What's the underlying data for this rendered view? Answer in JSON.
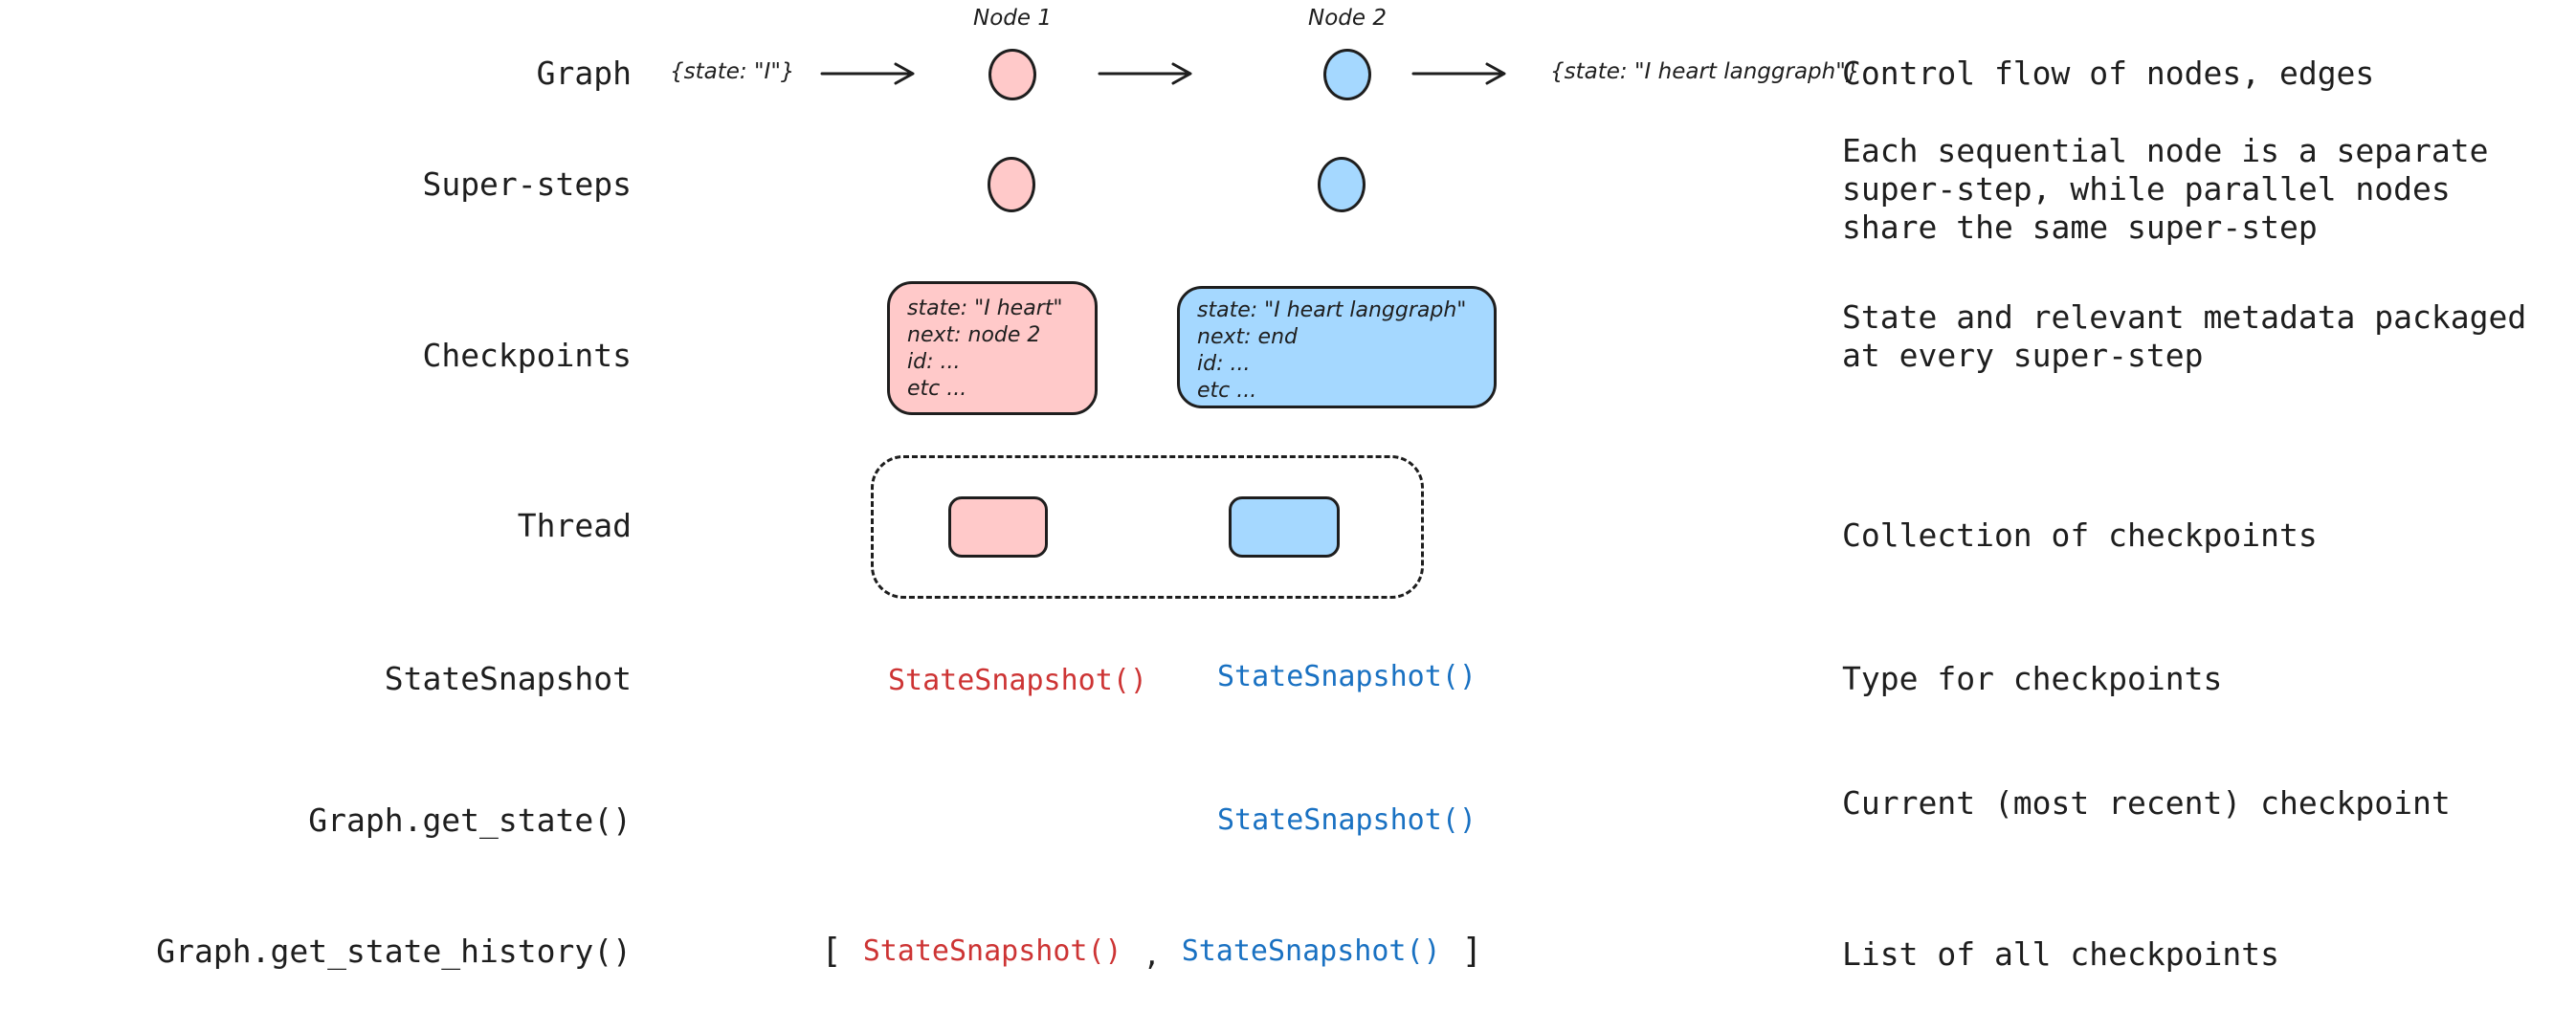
{
  "colors": {
    "ink": "#1e1e1e",
    "node_pink_fill": "#ffc9c9",
    "node_blue_fill": "#a5d8ff",
    "code_red": "#cd3434",
    "code_blue": "#1971c2",
    "background": "#ffffff"
  },
  "graph_row": {
    "label": "Graph",
    "input_state": "{state: \"I\"}",
    "node1_label": "Node 1",
    "node2_label": "Node 2",
    "output_state": "{state: \"I heart langgraph\"}",
    "description": "Control flow of nodes, edges"
  },
  "supersteps_row": {
    "label": "Super-steps",
    "description": "Each sequential node is a separate super-step, while parallel nodes share the same super-step"
  },
  "checkpoints_row": {
    "label": "Checkpoints",
    "pink_checkpoint": {
      "lines": [
        "state: \"I heart\"",
        "next: node 2",
        "id: ...",
        "etc ..."
      ]
    },
    "blue_checkpoint": {
      "lines": [
        "state: \"I heart langgraph\"",
        "next: end",
        "id: ...",
        "etc ..."
      ]
    },
    "description": "State and relevant metadata packaged at every super-step"
  },
  "thread_row": {
    "label": "Thread",
    "description": "Collection of checkpoints"
  },
  "statesnapshot_row": {
    "label": "StateSnapshot",
    "red_value": "StateSnapshot()",
    "blue_value": "StateSnapshot()",
    "description": "Type for checkpoints"
  },
  "get_state_row": {
    "label": "Graph.get_state()",
    "blue_value": "StateSnapshot()",
    "description": "Current (most recent) checkpoint"
  },
  "get_state_history_row": {
    "label": "Graph.get_state_history()",
    "open_bracket": "[",
    "red_value": "StateSnapshot()",
    "comma": ",",
    "blue_value": "StateSnapshot()",
    "close_bracket": "]",
    "description": "List of all checkpoints"
  }
}
